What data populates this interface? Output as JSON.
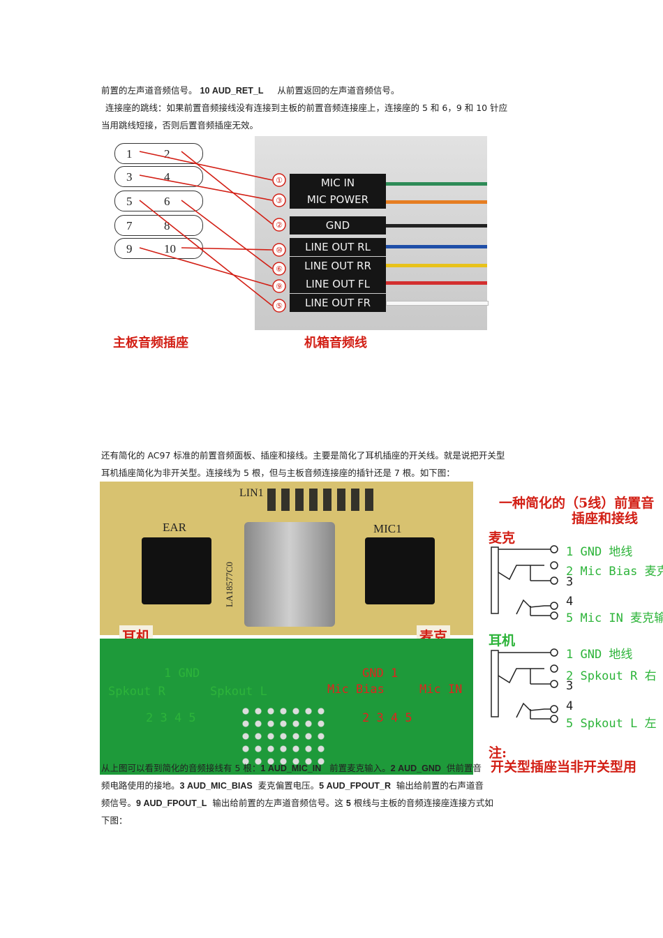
{
  "para1": {
    "line1_pre": "前置的左声道音频信号。",
    "line1_code": "10 AUD_RET_L",
    "line1_post": "从前置返回的左声道音频信号。",
    "line2": "连接座的跳线：如果前置音频接线没有连接到主板的前置音频连接座上，连接座的 5 和 6，9 和 10 针应",
    "line3": "当用跳线短接，否则后置音频插座无效。"
  },
  "figure1": {
    "pin_rows": [
      {
        "left": "1",
        "right": "2"
      },
      {
        "left": "3",
        "right": "4"
      },
      {
        "left": "5",
        "right": "6"
      },
      {
        "left": "7",
        "right": "8"
      },
      {
        "left": "9",
        "right": "10"
      }
    ],
    "plugs": [
      "MIC IN",
      "MIC POWER",
      "GND",
      "LINE OUT RL",
      "LINE OUT RR",
      "LINE OUT FL",
      "LINE OUT FR"
    ],
    "badges": [
      "①",
      "③",
      "②",
      "⑩",
      "⑥",
      "⑨",
      "⑤"
    ],
    "wire_colors": [
      "#2e8b57",
      "#e67e22",
      "#222222",
      "#1f4fa8",
      "#e8c21a",
      "#d32f2f",
      "#f4f4f4"
    ],
    "caption_left": "主板音频插座",
    "caption_right": "机箱音频线"
  },
  "para2": {
    "line1": "还有简化的 AC97 标准的前置音频面板、插座和接线。主要是简化了耳机插座的开关线。就是说把开关型",
    "line2": "耳机插座简化为非开关型。连接线为 5 根，但与主板音频连接座的插针还是 7 根。如下图："
  },
  "figure2": {
    "board_top": {
      "lin": "LIN1",
      "ear": "EAR",
      "mic": "MIC1",
      "part": "LA18577C0"
    },
    "tag_ear": "耳机",
    "tag_mic": "麦克",
    "board_bottom": {
      "left_gnd": "1 GND",
      "spk_r": "Spkout R",
      "spk_l": "Spkout L",
      "left_nums": "2 3  4 5",
      "right_gnd": "GND 1",
      "mic_bias": "Mic Bias",
      "mic_in": "Mic IN",
      "right_nums": "2 3  4 5"
    },
    "diagram": {
      "title1": "一种简化的（5线）前置音",
      "title2": "插座和接线",
      "mic_label": "麦克",
      "mic_lines": [
        "1 GND 地线",
        "2 Mic Bias 麦克",
        "3",
        "4",
        "5 Mic IN 麦克输"
      ],
      "ear_label": "耳机",
      "ear_lines": [
        "1 GND 地线",
        "2 Spkout R 右",
        "3",
        "4",
        "5 Spkout L 左"
      ],
      "note": "注:",
      "note2": "开关型插座当非开关型用"
    }
  },
  "para3": {
    "line1_a": "从上图可以看到简化的音频接线有 5 根：",
    "line1_b": "1 AUD_MIC_IN",
    "line1_c": "前置麦克输入。",
    "line1_d": "2 AUD_GND",
    "line1_e": "供前置音",
    "line2_a": "频电路使用的接地。",
    "line2_b": "3 AUD_MIC_BIAS",
    "line2_c": "麦克偏置电压。",
    "line2_d": "5 AUD_FPOUT_R",
    "line2_e": "输出给前置的右声道音",
    "line3_a": "频信号。",
    "line3_b": "9 AUD_FPOUT_L",
    "line3_c": "输出给前置的左声道音频信号。这",
    "line3_d": "5",
    "line3_e": "根线与主板的音频连接座连接方式如",
    "line4": "下图："
  }
}
